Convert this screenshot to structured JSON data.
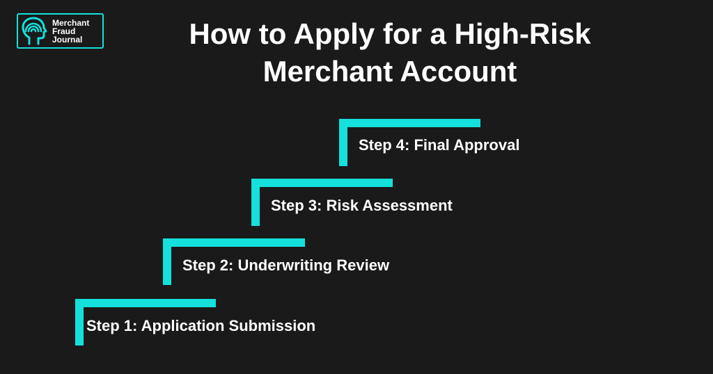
{
  "logo": {
    "line1": "Merchant",
    "line2": "Fraud",
    "line3": "Journal",
    "accent_color": "#14e0dc"
  },
  "title": {
    "line1": "How to Apply for a High-Risk",
    "line2": "Merchant Account"
  },
  "steps": [
    {
      "label": "Step 1: Application Submission"
    },
    {
      "label": "Step 2: Underwriting Review"
    },
    {
      "label": "Step 3: Risk Assessment"
    },
    {
      "label": "Step 4: Final Approval"
    }
  ],
  "colors": {
    "background": "#1a1a1a",
    "accent": "#14e0dc",
    "text": "#ffffff"
  }
}
